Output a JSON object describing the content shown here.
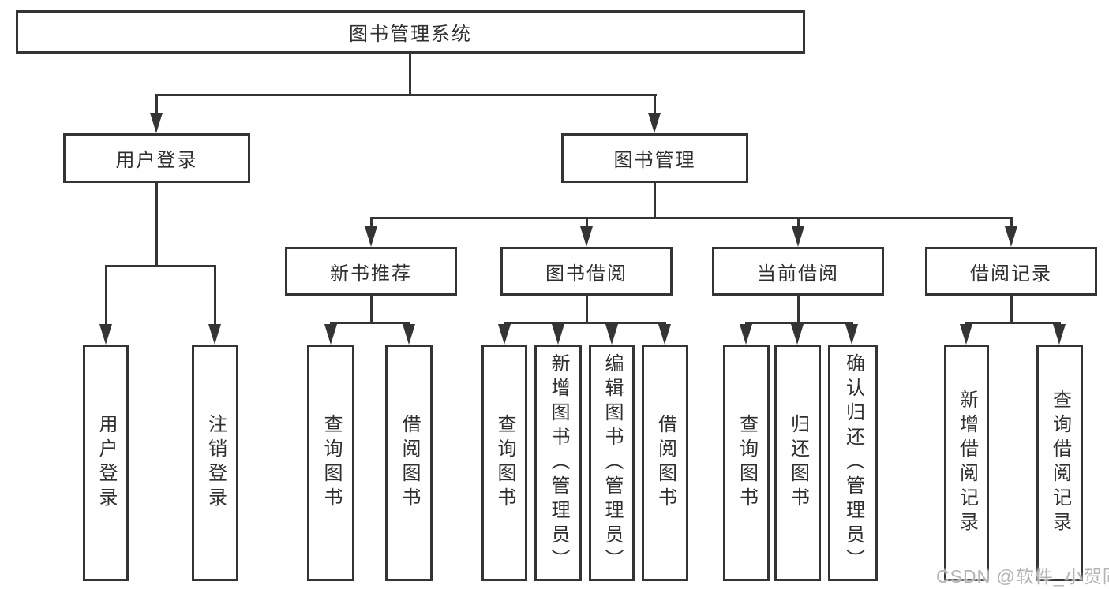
{
  "diagram_title": "图书管理系统",
  "nodes": {
    "root": {
      "label": "图书管理系统"
    },
    "user_login": {
      "label": "用户登录"
    },
    "book_mgmt": {
      "label": "图书管理"
    },
    "new_book_rec": {
      "label": "新书推荐"
    },
    "book_borrow": {
      "label": "图书借阅"
    },
    "current_borrow": {
      "label": "当前借阅"
    },
    "borrow_records": {
      "label": "借阅记录"
    },
    "ul_login": {
      "label": "用户登录"
    },
    "ul_logout": {
      "label": "注销登录"
    },
    "nbr_query": {
      "label": "查询图书"
    },
    "nbr_borrow": {
      "label": "借阅图书"
    },
    "bb_query": {
      "label": "查询图书"
    },
    "bb_add": {
      "label": "新增图书（管理员）"
    },
    "bb_edit": {
      "label": "编辑图书（管理员）"
    },
    "bb_borrow": {
      "label": "借阅图书"
    },
    "cb_query": {
      "label": "查询图书"
    },
    "cb_return": {
      "label": "归还图书"
    },
    "cb_confirm": {
      "label": "确认归还（管理员）"
    },
    "br_add": {
      "label": "新增借阅记录"
    },
    "br_query": {
      "label": "查询借阅记录"
    }
  },
  "watermark": {
    "text": "CSDN @软件_小贺同学"
  },
  "colors": {
    "line": "#343434",
    "text": "#2f2f2f",
    "watermark": "#b5b5b5",
    "background": "#ffffff"
  }
}
